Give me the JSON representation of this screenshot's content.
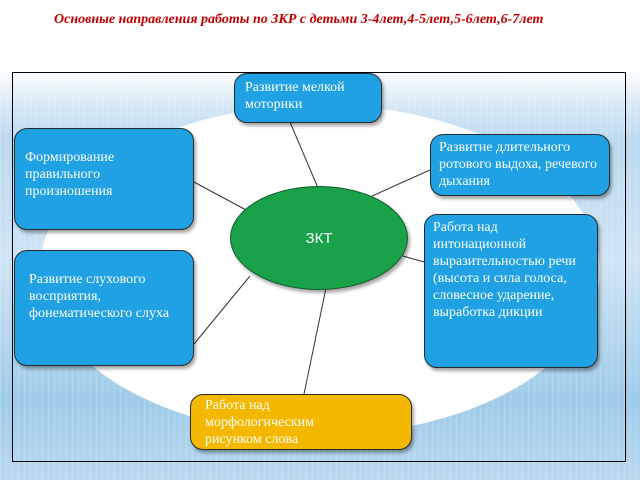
{
  "title": "Основные направления работы по ЗКР с детьми 3-4лет,4-5лет,5-6лет,6-7лет",
  "center": {
    "label": "ЗКТ"
  },
  "nodes": {
    "fine_motor": "Развитие мелкой моторики",
    "pronunciation": "Формирование правильного произношения",
    "breath": "Развитие длительного ротового выдоха, речевого дыхания",
    "intonation": "Работа над интонационной выразительностью речи\n(высота и сила голоса, словесное ударение, выработка дикции",
    "hearing": "Развитие слухового восприятия, фонематического слуха",
    "morphology": "Работа над морфологическим рисунком слова"
  },
  "colors": {
    "title": "#c00000",
    "node_blue": "#1fa1e3",
    "node_yellow": "#f5b800",
    "center": "#1aa24a"
  }
}
